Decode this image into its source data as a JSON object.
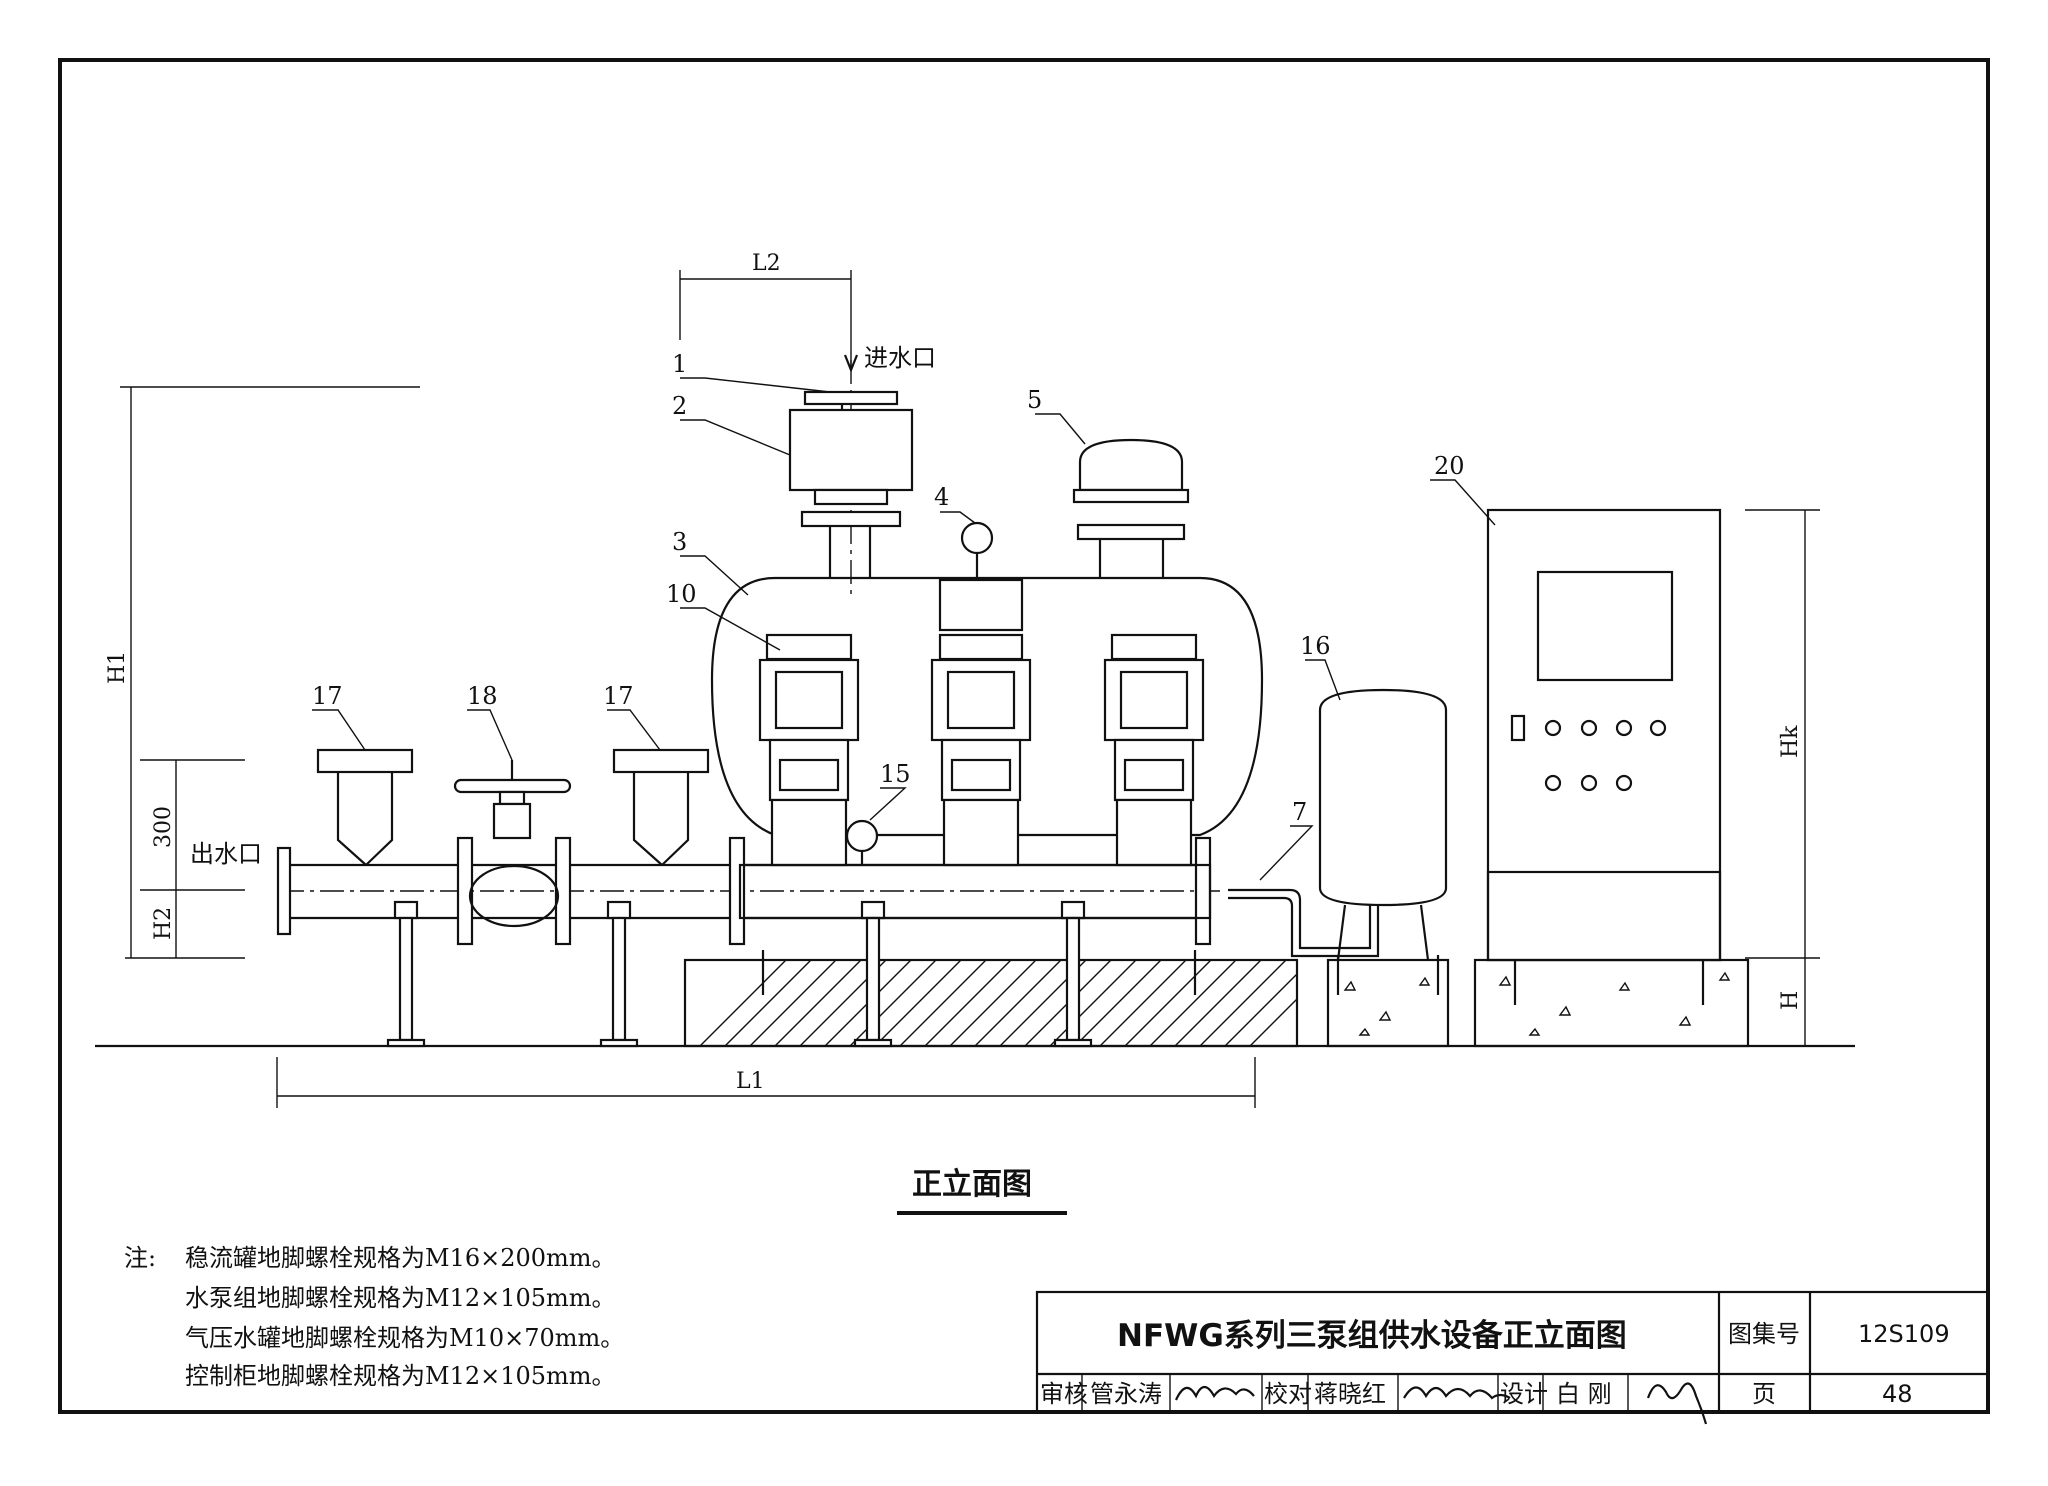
{
  "drawing": {
    "view_title": "正立面图",
    "inlet_label": "进水口",
    "outlet_label": "出水口",
    "dimensions": {
      "L2": "L2",
      "L1": "L1",
      "H1": "H1",
      "H2": "H2",
      "H": "H",
      "Hk": "Hk",
      "d300": "300"
    },
    "callouts": [
      "1",
      "2",
      "3",
      "4",
      "5",
      "10",
      "15",
      "7",
      "16",
      "17",
      "18",
      "17",
      "20"
    ]
  },
  "notes": {
    "prefix": "注:",
    "lines": [
      "稳流罐地脚螺栓规格为M16×200mm。",
      "水泵组地脚螺栓规格为M12×105mm。",
      "气压水罐地脚螺栓规格为M10×70mm。",
      "控制柜地脚螺栓规格为M12×105mm。"
    ]
  },
  "title_block": {
    "title": "NFWG系列三泵组供水设备正立面图",
    "atlas_label": "图集号",
    "atlas_no": "12S109",
    "page_label": "页",
    "page_no": "48",
    "review_label": "审核",
    "reviewer": "管永涛",
    "check_label": "校对",
    "checker": "蒋晓红",
    "design_label": "设计",
    "designer": "白 刚"
  }
}
